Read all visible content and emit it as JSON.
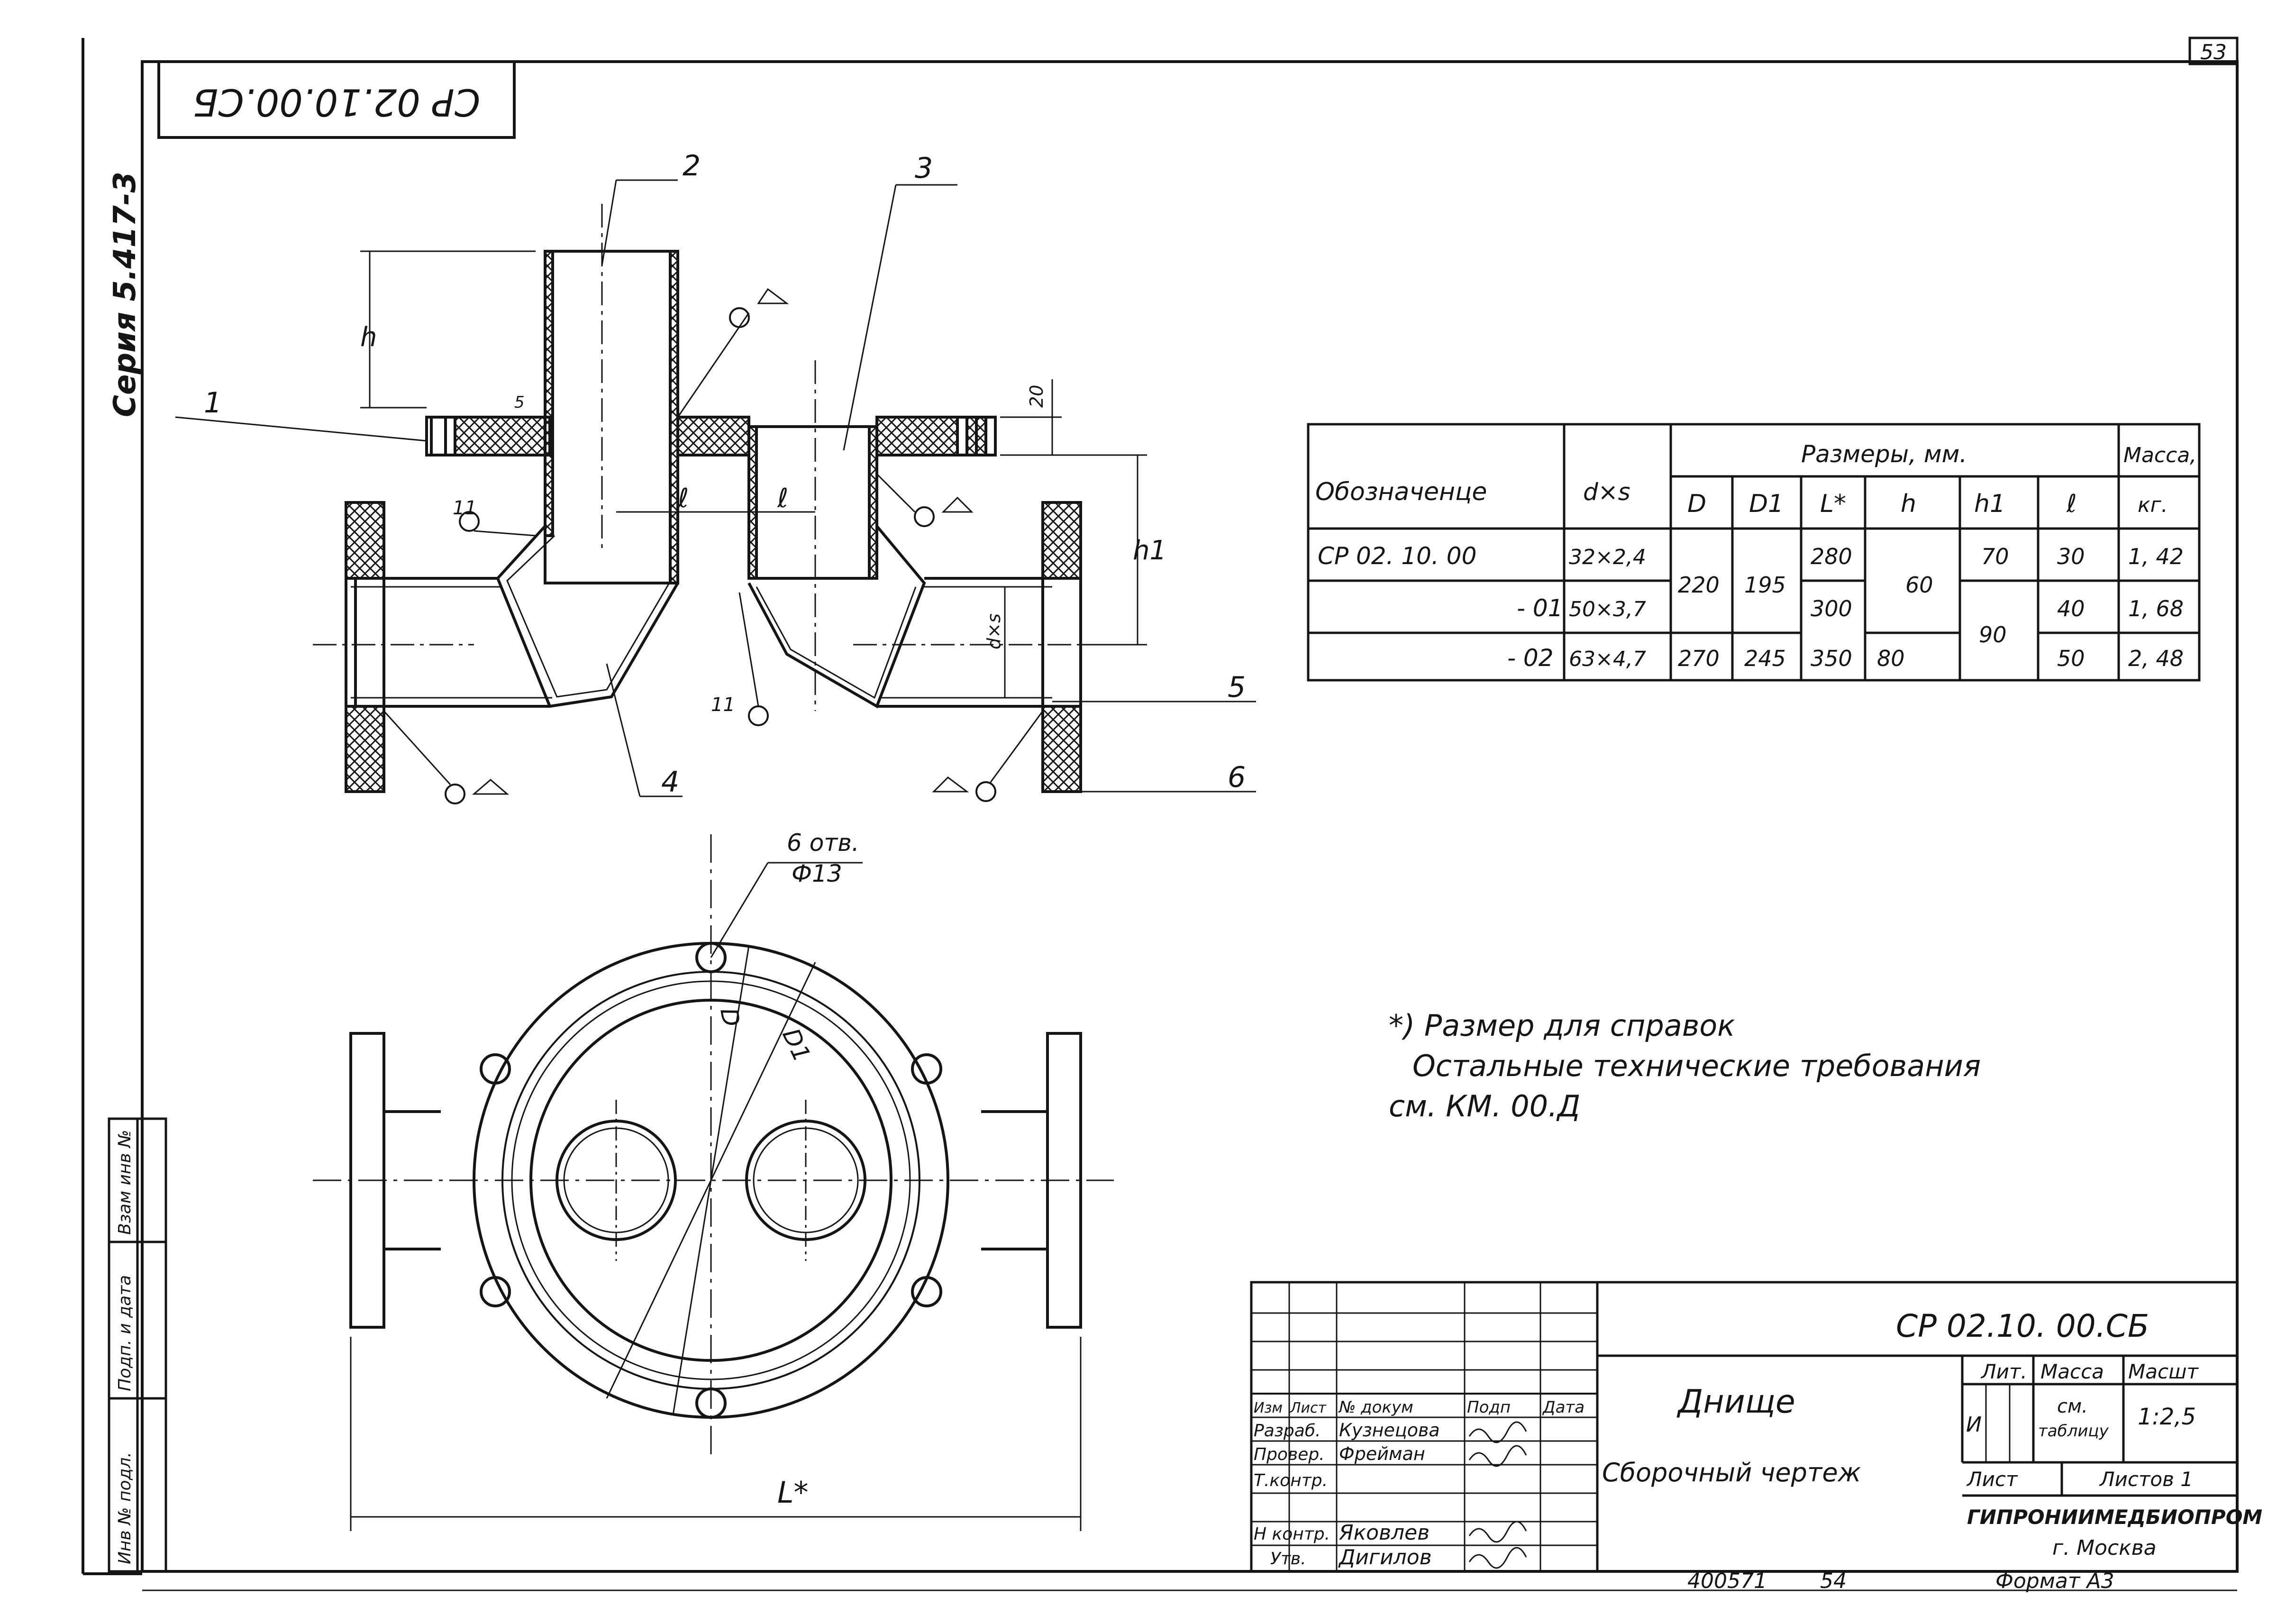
{
  "page_number": "53",
  "stamp_code": "СР 02.10.00.СБ",
  "series": "Серия 5.417-3",
  "callouts": [
    "1",
    "2",
    "3",
    "4",
    "5",
    "6"
  ],
  "dims": {
    "h": "h",
    "h1": "h1",
    "l": "ℓ",
    "s5": "5",
    "d20": "20",
    "dxs": "d×s",
    "holes_count": "6 отв.",
    "holes_dia": "Ф13",
    "D": "D",
    "D1": "D1",
    "L": "L*",
    "weld_ref": "11"
  },
  "table": {
    "header_name": "Обозначенце",
    "header_dxs": "d×s",
    "header_sizes": "Размеры, мм.",
    "header_mass": "Масса,",
    "mass_unit": "кг.",
    "col_D": "D",
    "col_D1": "D1",
    "col_L": "L*",
    "col_h": "h",
    "col_h1": "h1",
    "col_l": "ℓ",
    "rows": [
      {
        "name": "СР 02. 10. 00",
        "dxs": "32×2,4",
        "L": "280",
        "h1": "70",
        "l": "30",
        "mass": "1, 42"
      },
      {
        "name": "- 01",
        "dxs": "50×3,7",
        "L": "300",
        "l": "40",
        "mass": "1, 68"
      },
      {
        "name": "- 02",
        "dxs": "63×4,7",
        "D": "270",
        "D1": "245",
        "L": "350",
        "h": "80",
        "l": "50",
        "mass": "2, 48"
      }
    ],
    "merged_D": "220",
    "merged_D1": "195",
    "merged_h": "60",
    "merged_h1": "90"
  },
  "notes": {
    "line1": "*) Размер  для  справок",
    "line2": "Остальные  технические  требования",
    "line3": "см.  КМ. 00.Д"
  },
  "title_block": {
    "doc_code": "СР 02.10. 00.СБ",
    "title": "Днище",
    "subtitle": "Сборочный  чертеж",
    "lit_label": "Лит.",
    "mass_label": "Масса",
    "scale_label": "Масшт",
    "lit_value": "И",
    "mass_value_1": "см.",
    "mass_value_2": "таблицу",
    "scale_value": "1:2,5",
    "sheet_label": "Лист",
    "sheets_label": "Листов 1",
    "org": "ГИПРОНИИМЕДБИОПРОМ",
    "city": "г. Москва",
    "headers": [
      "Изм",
      "Лист",
      "№ докум",
      "Подп",
      "Дата"
    ],
    "roles": [
      {
        "role": "Разраб.",
        "name": "Кузнецова"
      },
      {
        "role": "Провер.",
        "name": "Фрейман"
      },
      {
        "role": "Т.контр.",
        "name": ""
      },
      {
        "role": "Н контр.",
        "name": "Яковлев"
      },
      {
        "role": "Утв.",
        "name": "Дигилов"
      }
    ]
  },
  "side_stamp": [
    "Инв № подл.",
    "Подп. и дата",
    "Взам инв №"
  ],
  "footer": {
    "inv": "400571",
    "num": "54",
    "format": "Формат А3"
  }
}
